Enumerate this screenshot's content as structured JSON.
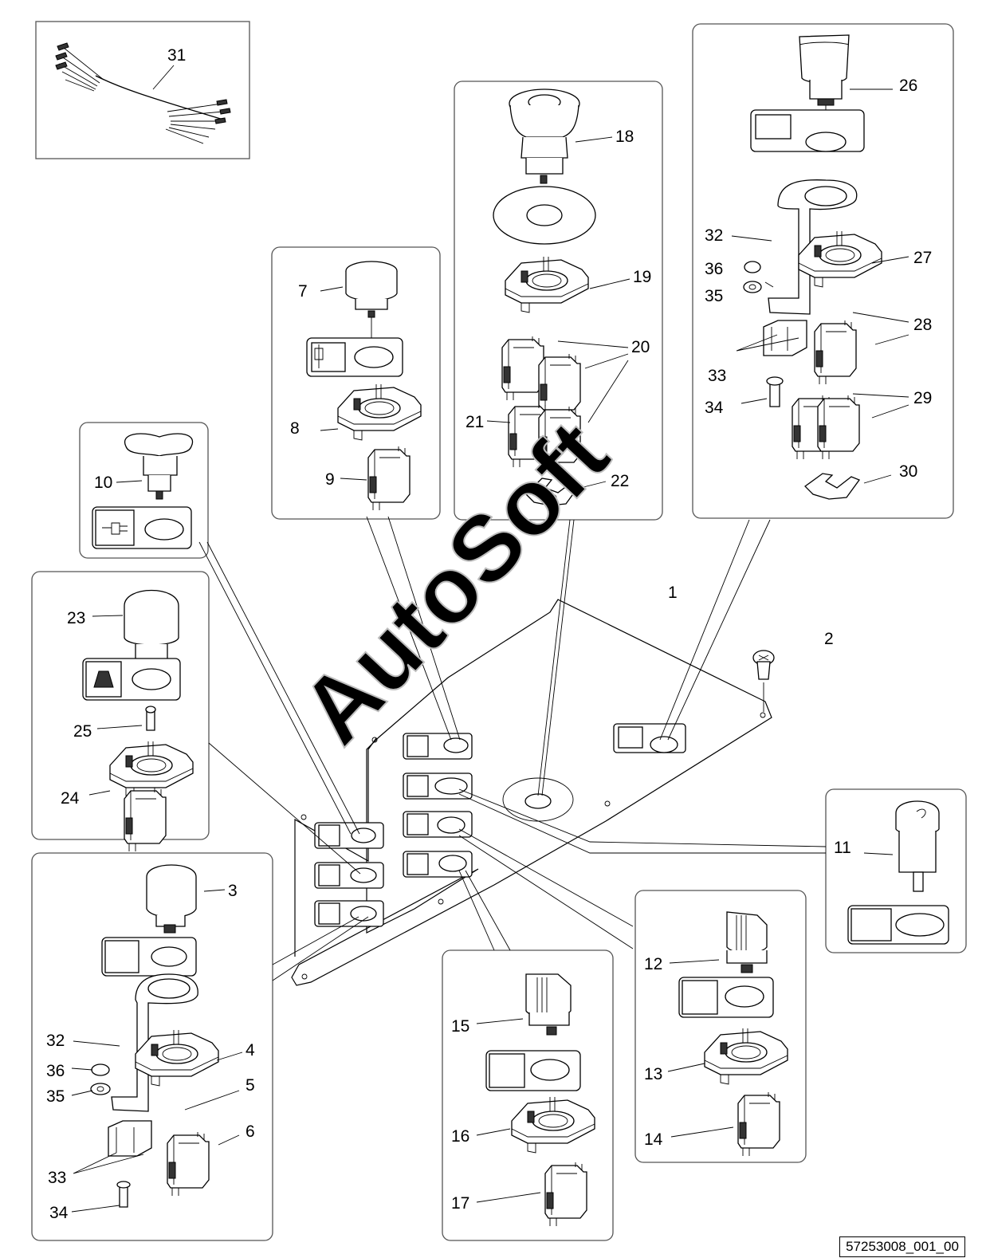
{
  "watermark": "AutoSoft",
  "reference": "57253008_001_00",
  "callouts": {
    "c1": "1",
    "c2": "2",
    "c3": "3",
    "c4": "4",
    "c5": "5",
    "c6": "6",
    "c7": "7",
    "c8": "8",
    "c9": "9",
    "c10": "10",
    "c11": "11",
    "c12": "12",
    "c13": "13",
    "c14": "14",
    "c15": "15",
    "c16": "16",
    "c17": "17",
    "c18": "18",
    "c19": "19",
    "c20": "20",
    "c21": "21",
    "c22": "22",
    "c23": "23",
    "c24": "24",
    "c25": "25",
    "c26": "26",
    "c27": "27",
    "c28": "28",
    "c29": "29",
    "c30": "30",
    "c31": "31",
    "c32a": "32",
    "c32b": "32",
    "c33a": "33",
    "c33b": "33",
    "c34a": "34",
    "c34b": "34",
    "c35a": "35",
    "c35b": "35",
    "c36a": "36",
    "c36b": "36"
  }
}
